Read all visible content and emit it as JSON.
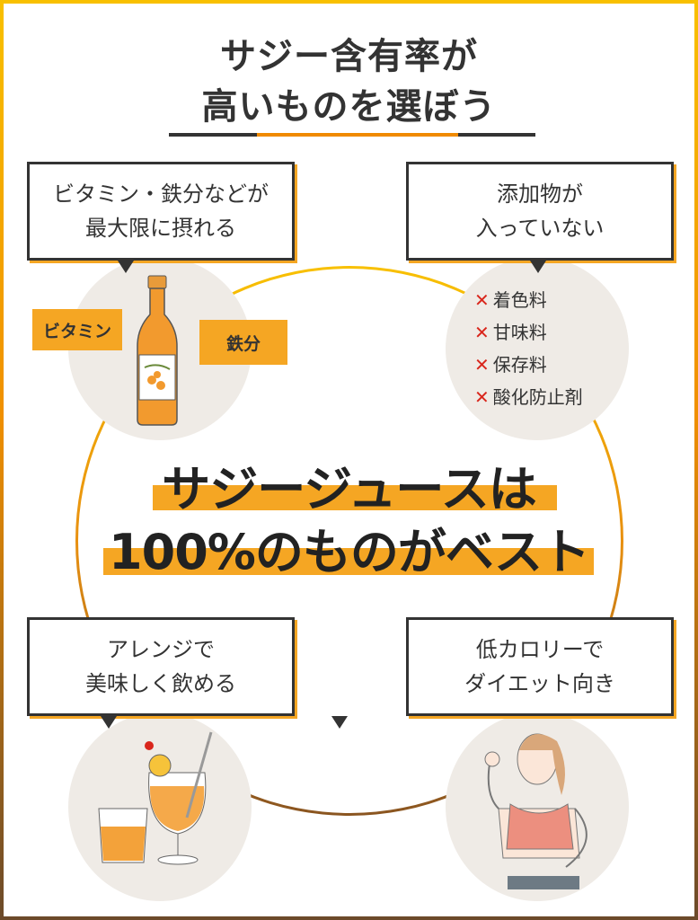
{
  "title": {
    "line1": "サジー含有率が",
    "line2": "高いものを選ぼう"
  },
  "center": {
    "line1": "サジージュースは",
    "line2": "100%のものがベスト"
  },
  "points": [
    {
      "line1": "ビタミン・鉄分などが",
      "line2": "最大限に摂れる"
    },
    {
      "line1": "添加物が",
      "line2": "入っていない"
    },
    {
      "line1": "アレンジで",
      "line2": "美味しく飲める"
    },
    {
      "line1": "低カロリーで",
      "line2": "ダイエット向き"
    }
  ],
  "bottle_tags": [
    "ビタミン",
    "鉄分"
  ],
  "additives": [
    "着色料",
    "甘味料",
    "保存料",
    "酸化防止剤"
  ],
  "colors": {
    "accent": "#f5a623",
    "text": "#333333",
    "cross": "#d9261c",
    "oval": "#efebe6"
  }
}
